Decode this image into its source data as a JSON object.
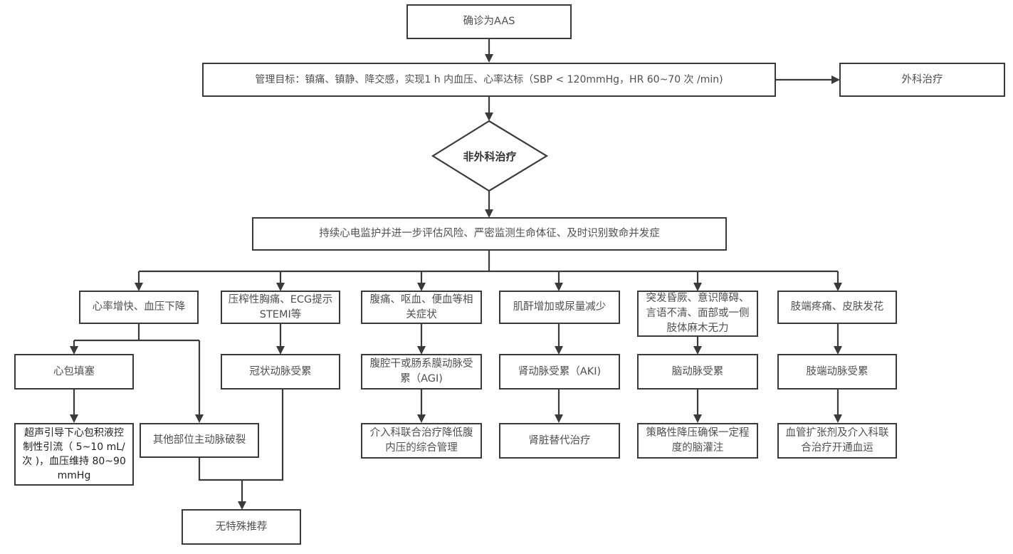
{
  "diagram": {
    "start": "确诊为AAS",
    "goal": "管理目标：镇痛、镇静、降交感，实现1 h 内血压、心率达标（SBP < 120mmHg，HR 60~70 次 /min)",
    "surgical": "外科治疗",
    "decision": "非外科治疗",
    "monitor": "持续心电监护并进一步评估风险、严密监测生命体征、及时识别致命并发症",
    "branches": [
      {
        "symptom": "心率增快、血压下降",
        "sub": [
          {
            "diagnosis": "心包填塞",
            "treatment": "超声引导下心包积液控制性引流（ 5~10 mL/次 )，血压维持 80~90 mmHg"
          },
          {
            "diagnosis": "其他部位主动脉破裂"
          }
        ]
      },
      {
        "symptom": "压榨性胸痛、ECG提示STEMI等",
        "diagnosis": "冠状动脉受累"
      },
      {
        "symptom": "腹痛、呕血、便血等相关症状",
        "diagnosis": "腹腔干或肠系膜动脉受累（AGI)",
        "treatment": "介入科联合治疗降低腹内压的综合管理"
      },
      {
        "symptom": "肌酐增加或尿量减少",
        "diagnosis": "肾动脉受累（AKI)",
        "treatment": "肾脏替代治疗"
      },
      {
        "symptom": "突发昏厥、意识障碍、言语不清、面部或一侧肢体麻木无力",
        "diagnosis": "脑动脉受累",
        "treatment": "策略性降压确保一定程度的脑灌注"
      },
      {
        "symptom": "肢端疼痛、皮肤发花",
        "diagnosis": "肢端动脉受累",
        "treatment": "血管扩张剂及介入科联合治疗开通血运"
      }
    ],
    "no_recommendation": "无特殊推荐"
  }
}
